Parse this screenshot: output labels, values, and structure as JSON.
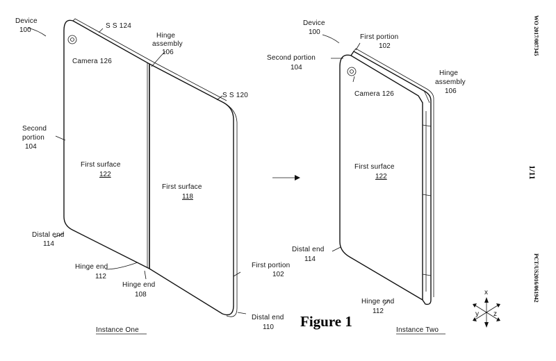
{
  "figure_title": "Figure 1",
  "header_text": "WO 2017/087345",
  "footer_text": "PCT/US2016/061942",
  "sheet_number": "1/11",
  "instance_one": {
    "caption": "Instance One",
    "device_label": "Device",
    "device_ref": "100",
    "ss124": "S S 124",
    "camera": "Camera 126",
    "hinge_assembly_label": "Hinge",
    "hinge_assembly_label2": "assembly",
    "hinge_assembly_ref": "106",
    "ss120": "S S 120",
    "second_portion_label": "Second",
    "second_portion_label2": "portion",
    "second_portion_ref": "104",
    "first_surface_left": "First surface",
    "first_surface_left_ref": "122",
    "first_surface_right": "First surface",
    "first_surface_right_ref": "118",
    "distal_end_left": "Distal end",
    "distal_end_left_ref": "114",
    "hinge_end_left": "Hinge end",
    "hinge_end_left_ref": "112",
    "hinge_end_right": "Hinge end",
    "hinge_end_right_ref": "108",
    "first_portion": "First portion",
    "first_portion_ref": "102",
    "distal_end_right": "Distal end",
    "distal_end_right_ref": "110"
  },
  "instance_two": {
    "caption": "Instance Two",
    "device_label": "Device",
    "device_ref": "100",
    "first_portion": "First portion",
    "first_portion_ref": "102",
    "second_portion": "Second portion",
    "second_portion_ref": "104",
    "hinge_label": "Hinge",
    "hinge_label2": "assembly",
    "hinge_ref": "106",
    "camera": "Camera 126",
    "first_surface": "First surface",
    "first_surface_ref": "122",
    "distal_end": "Distal end",
    "distal_end_ref": "114",
    "hinge_end": "Hinge end",
    "hinge_end_ref": "112"
  },
  "axes": {
    "x": "x",
    "y": "y",
    "z": "z"
  }
}
